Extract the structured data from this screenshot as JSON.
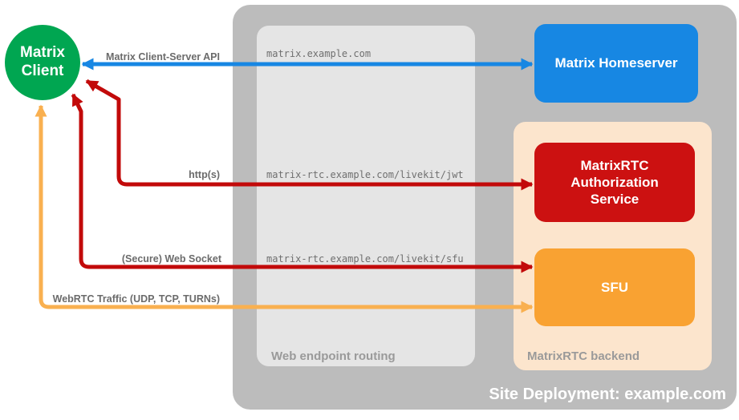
{
  "diagram": {
    "title": "Site Deployment: example.com",
    "nodes": {
      "client": {
        "label": "Matrix Client",
        "color": "#00a651"
      },
      "homeserver": {
        "label": "Matrix Homeserver",
        "color": "#1787e3"
      },
      "auth_service": {
        "label": "MatrixRTC Authorization Service",
        "color": "#cc1111"
      },
      "sfu": {
        "label": "SFU",
        "color": "#f9a232"
      }
    },
    "sections": {
      "web_endpoint_routing": {
        "label": "Web endpoint routing",
        "color": "#e5e5e5"
      },
      "matrixrtc_backend": {
        "label": "MatrixRTC backend",
        "color": "#fce5cd"
      },
      "site_deployment": {
        "label": "Site Deployment: example.com",
        "color": "#bcbcbc"
      }
    },
    "endpoints": {
      "homeserver_url": "matrix.example.com",
      "jwt_url": "matrix-rtc.example.com/livekit/jwt",
      "sfu_url": "matrix-rtc.example.com/livekit/sfu"
    },
    "connections": {
      "client_server_api": {
        "label": "Matrix Client-Server API",
        "color": "#1787e3",
        "from": "Matrix Client",
        "to": "Matrix Homeserver"
      },
      "http": {
        "label": "http(s)",
        "color": "#c20a0a",
        "from": "Matrix Client",
        "to": "MatrixRTC Authorization Service"
      },
      "websocket": {
        "label": "(Secure) Web Socket",
        "color": "#c20a0a",
        "from": "Matrix Client",
        "to": "SFU"
      },
      "webrtc": {
        "label": "WebRTC Traffic (UDP, TCP, TURNs)",
        "color": "#f9b050",
        "from": "Matrix Client",
        "to": "SFU"
      }
    }
  }
}
